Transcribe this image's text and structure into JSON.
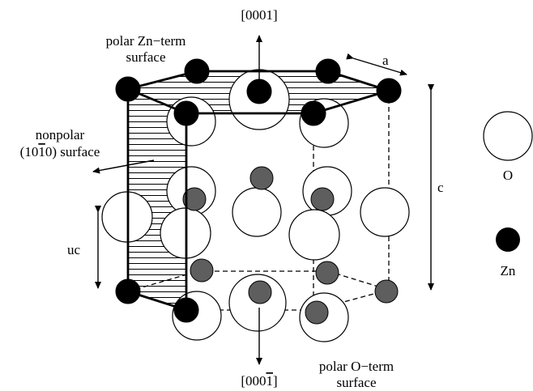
{
  "labels": {
    "top_direction": "[0001]",
    "bottom_direction_prefix": "[000",
    "bottom_direction_bar": "1",
    "bottom_direction_suffix": "]",
    "polar_zn_line1": "polar Zn−term",
    "polar_zn_line2": "surface",
    "nonpolar_line1": "nonpolar",
    "nonpolar_prefix": "(10",
    "nonpolar_bar": "1",
    "nonpolar_suffix": "0) surface",
    "lattice_a": "a",
    "lattice_c": "c",
    "unit_cell": "uc",
    "polar_o_line1": "polar O−term",
    "polar_o_line2": "surface"
  },
  "legend": {
    "oxygen_label": "O",
    "zinc_label": "Zn"
  },
  "colors": {
    "zinc": "#000000",
    "oxygen": "#ffffff",
    "inner_zinc": "#5e5e5e",
    "line": "#000000"
  }
}
